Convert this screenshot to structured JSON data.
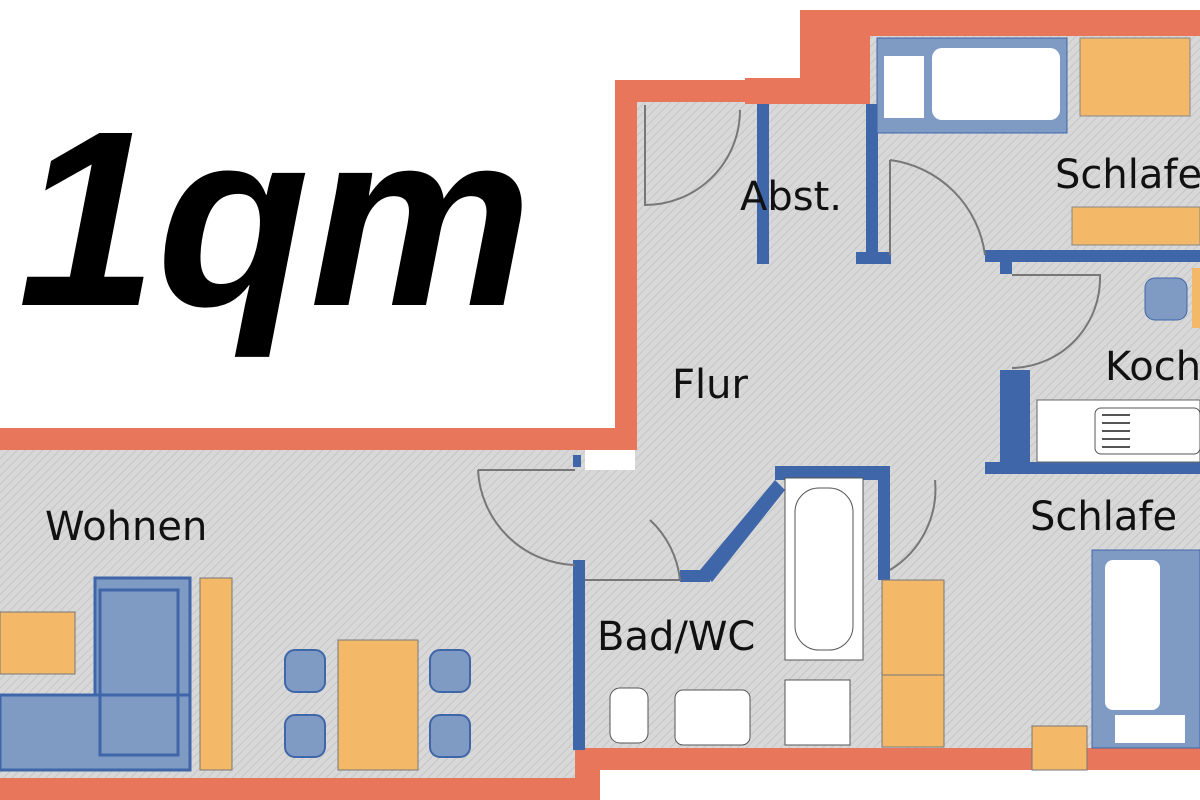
{
  "area_label": "1qm",
  "rooms": {
    "abst": "Abst.",
    "flur": "Flur",
    "wohnen": "Wohnen",
    "bad": "Bad/WC",
    "schlafen_top": "Schlafe",
    "koch": "Koch",
    "schlafen_bottom": "Schlafe"
  },
  "colors": {
    "outer_wall": "#e8765a",
    "inner_wall": "#3f66a8",
    "floor": "#d6d6d6",
    "furniture_wood": "#f3b969",
    "furniture_blue": "#7f9bc4"
  }
}
